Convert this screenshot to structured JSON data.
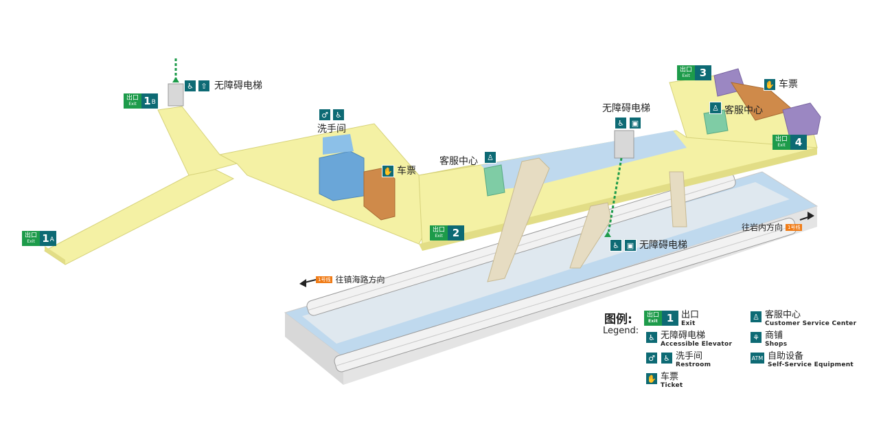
{
  "labels": {
    "elevator_top": "无障碍电梯",
    "restroom": "洗手间",
    "ticket_left": "车票",
    "service_left": "客服中心",
    "elevator_center": "无障碍电梯",
    "service_right": "客服中心",
    "ticket_right": "车票",
    "elevator_bottom": "无障碍电梯"
  },
  "exits": {
    "cn": "出口",
    "en": "Exit",
    "e1a_num": "1",
    "e1a_suffix": "A",
    "e1b_num": "1",
    "e1b_suffix": "B",
    "e2_num": "2",
    "e3_num": "3",
    "e4_num": "4"
  },
  "directions": {
    "left": "往镇海路方向",
    "right": "往岩内方向",
    "line_badge": "1号线"
  },
  "legend": {
    "title_cn": "图例:",
    "title_en": "Legend:",
    "exit_num": "1",
    "items": [
      {
        "cn": "出口",
        "en": "Exit"
      },
      {
        "cn": "无障碍电梯",
        "en": "Accessible Elevator"
      },
      {
        "cn": "洗手间",
        "en": "Restroom"
      },
      {
        "cn": "车票",
        "en": "Ticket"
      },
      {
        "cn": "客服中心",
        "en": "Customer Service Center"
      },
      {
        "cn": "商铺",
        "en": "Shops"
      },
      {
        "cn": "自助设备",
        "en": "Self-Service Equipment"
      }
    ],
    "atm": "ATM"
  },
  "colors": {
    "concourse": "#f4f1a4",
    "platform": "#bfd9ee",
    "exit_green": "#1d9b4a",
    "exit_teal": "#0d6a74",
    "restroom": "#6aa6d8",
    "ticket": "#cf8a4a",
    "service": "#7fcca5",
    "shop_purple": "#9b87c2",
    "stairs": "#e6dcc2",
    "train": "#f0f0f0",
    "line_orange": "#f07b16"
  },
  "icons": [
    "elevator-icon",
    "restroom-icon",
    "ticket-icon",
    "service-icon",
    "shop-icon",
    "atm-icon",
    "up-arrow-icon"
  ]
}
